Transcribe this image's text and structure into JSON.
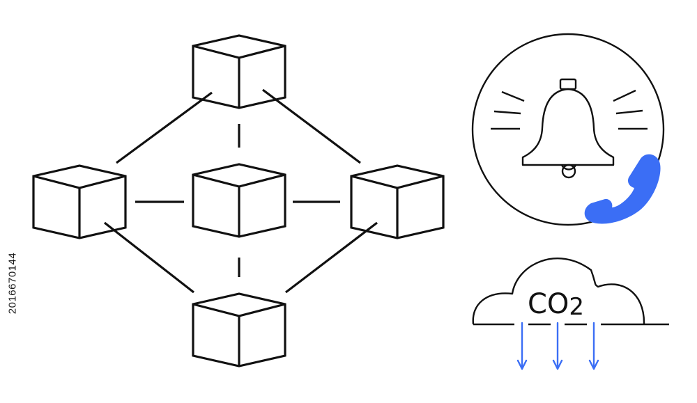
{
  "illustration": {
    "co2_main": "CO",
    "co2_subscript": "2",
    "stock_id": "2016670144"
  },
  "colors": {
    "stroke": "#111111",
    "accent": "#3b6ef5",
    "background": "#ffffff"
  },
  "icons": [
    "blockchain-network-icon",
    "cube-icon",
    "bell-icon",
    "phone-icon",
    "cloud-icon",
    "arrow-down-icon"
  ]
}
